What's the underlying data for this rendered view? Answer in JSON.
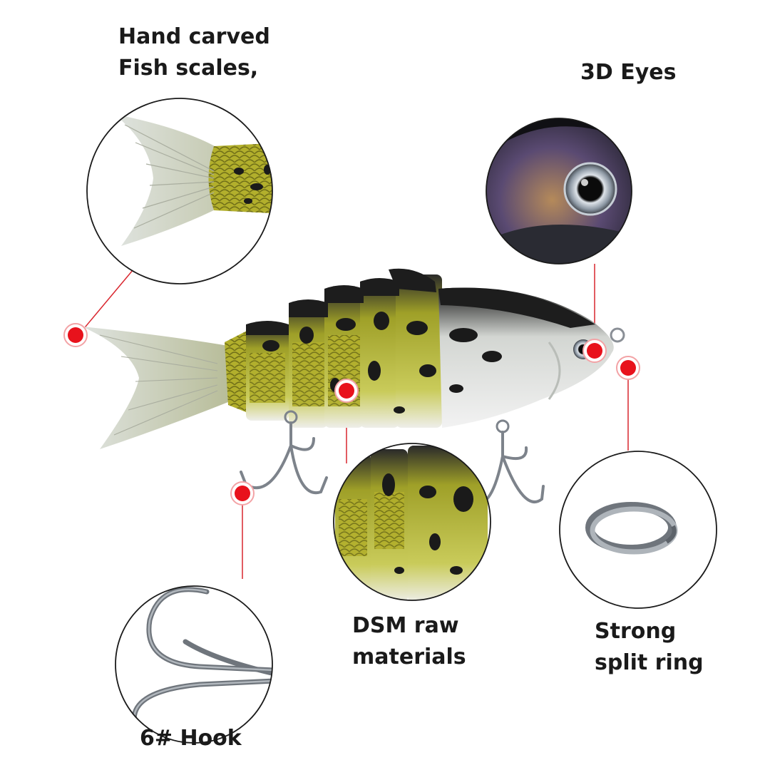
{
  "callouts": {
    "fish_scales": {
      "line1": "Hand carved",
      "line2": "Fish scales,"
    },
    "eyes": {
      "line1": "3D Eyes"
    },
    "dsm": {
      "line1": "DSM raw",
      "line2": "materials"
    },
    "split_ring": {
      "line1": "Strong",
      "line2": "split ring"
    },
    "hook": {
      "line1": "6# Hook"
    }
  },
  "colors": {
    "marker": "#e8121c",
    "leader_line": "#d9262e",
    "circle_border": "#1a1a1a",
    "lure_body": "#a7a62a",
    "lure_pattern": "#1a1a1a",
    "lure_fin": "#c9cec8"
  },
  "icons": [
    "fish-tail-icon",
    "fish-eye-icon",
    "lure-body-icon",
    "split-ring-icon",
    "treble-hook-icon"
  ]
}
